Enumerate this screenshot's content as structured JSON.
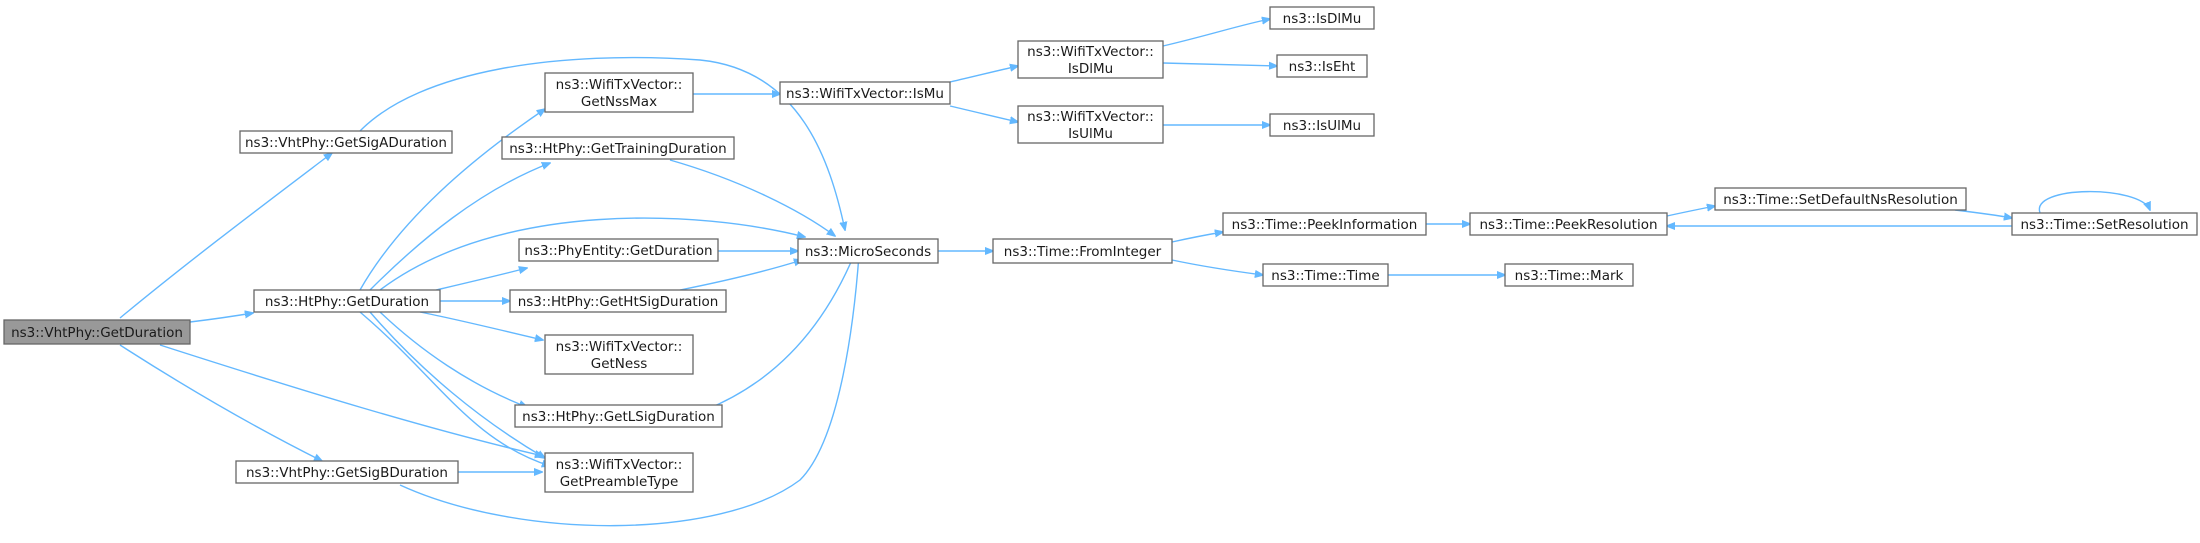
{
  "colors": {
    "edge": "#63b8ff",
    "node_border": "#666666",
    "root_fill": "#999999",
    "node_fill": "#ffffff",
    "text": "#1a1a1a"
  },
  "nodes": {
    "n1": {
      "lines": [
        "ns3::VhtPhy::GetDuration"
      ]
    },
    "n2": {
      "lines": [
        "ns3::VhtPhy::GetSigADuration"
      ]
    },
    "n3": {
      "lines": [
        "ns3::HtPhy::GetDuration"
      ]
    },
    "n4": {
      "lines": [
        "ns3::VhtPhy::GetSigBDuration"
      ]
    },
    "n5": {
      "lines": [
        "ns3::WifiTxVector::",
        "GetNssMax"
      ]
    },
    "n6": {
      "lines": [
        "ns3::HtPhy::GetTrainingDuration"
      ]
    },
    "n7": {
      "lines": [
        "ns3::PhyEntity::GetDuration"
      ]
    },
    "n8": {
      "lines": [
        "ns3::HtPhy::GetHtSigDuration"
      ]
    },
    "n9": {
      "lines": [
        "ns3::WifiTxVector::",
        "GetNess"
      ]
    },
    "n10": {
      "lines": [
        "ns3::HtPhy::GetLSigDuration"
      ]
    },
    "n11": {
      "lines": [
        "ns3::WifiTxVector::",
        "GetPreambleType"
      ]
    },
    "n12": {
      "lines": [
        "ns3::MicroSeconds"
      ]
    },
    "n13": {
      "lines": [
        "ns3::WifiTxVector::IsMu"
      ]
    },
    "n14": {
      "lines": [
        "ns3::WifiTxVector::",
        "IsDlMu"
      ]
    },
    "n15": {
      "lines": [
        "ns3::WifiTxVector::",
        "IsUlMu"
      ]
    },
    "n16": {
      "lines": [
        "ns3::IsDlMu"
      ]
    },
    "n17": {
      "lines": [
        "ns3::IsEht"
      ]
    },
    "n18": {
      "lines": [
        "ns3::IsUlMu"
      ]
    },
    "n19": {
      "lines": [
        "ns3::Time::FromInteger"
      ]
    },
    "n20": {
      "lines": [
        "ns3::Time::PeekInformation"
      ]
    },
    "n21": {
      "lines": [
        "ns3::Time::Time"
      ]
    },
    "n22": {
      "lines": [
        "ns3::Time::PeekResolution"
      ]
    },
    "n23": {
      "lines": [
        "ns3::Time::Mark"
      ]
    },
    "n24": {
      "lines": [
        "ns3::Time::SetDefaultNsResolution"
      ]
    },
    "n25": {
      "lines": [
        "ns3::Time::SetResolution"
      ]
    }
  }
}
